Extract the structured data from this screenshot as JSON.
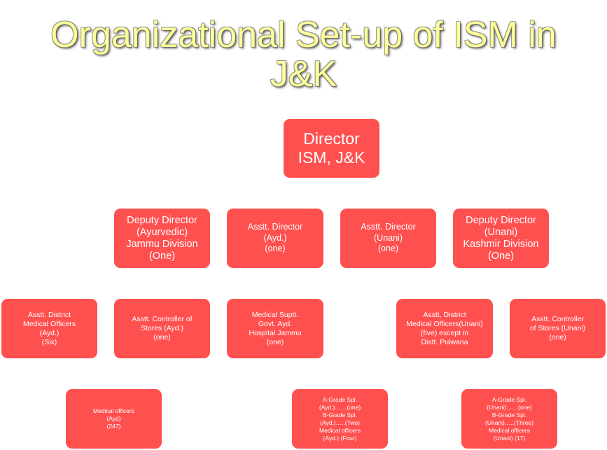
{
  "title": {
    "line1": "Organizational Set-up of ISM in",
    "line2": "J&K"
  },
  "chart": {
    "director": {
      "lines": [
        "Director",
        "ISM, J&K"
      ]
    },
    "deputy_director_jammu": {
      "lines": [
        "Deputy Director",
        "(Ayurvedic)",
        "Jammu Division",
        "(One)"
      ]
    },
    "asstt_director_ayd": {
      "lines": [
        "Asstt. Director",
        "(Ayd.)",
        "(one)"
      ]
    },
    "asstt_director_unani": {
      "lines": [
        "Asstt. Director",
        "(Unani)",
        "(one)"
      ]
    },
    "deputy_director_kashmir": {
      "lines": [
        "Deputy Director",
        "(Unani)",
        "Kashmir Division",
        "(One)"
      ]
    },
    "asstt_district_mo_ayd": {
      "lines": [
        "Asstt. District",
        "Medical Officers",
        "(Ayd.)",
        "(Six)"
      ]
    },
    "asstt_controller_stores_ayd": {
      "lines": [
        "Asstt. Controller of",
        "Stores (Ayd.)",
        "(one)"
      ]
    },
    "medical_suptt": {
      "lines": [
        "Medical Suptt.",
        "Govt. Ayd.",
        "Hospital Jammu",
        "(one)"
      ]
    },
    "asstt_district_mo_unani": {
      "lines": [
        "Asstt, District",
        "Medical Officers(Unani)",
        "(five) except in",
        "Distt. Pulwana"
      ]
    },
    "asstt_controller_stores_unani": {
      "lines": [
        "Asstt. Controller",
        "of Stores (Unani)",
        "(one)"
      ]
    },
    "medical_officers_ayd": {
      "lines": [
        "Medical officers",
        "(Ayd)",
        "(247)"
      ]
    },
    "grade_spl_ayd": {
      "lines": [
        "A-Grade Spl.",
        "(Ayd.)……(one)",
        "B-Grade Spl.",
        "(Ayd.)…..(Two)",
        "Medical officers",
        "(Ayd.) (Four)"
      ]
    },
    "grade_spl_unani": {
      "lines": [
        "A-Grade Spl.",
        "(Unani)……(one)",
        "B-Grade Spl.",
        "(Unani)…..(Three)",
        "Medical officers",
        "(Unani) (17)"
      ]
    }
  }
}
